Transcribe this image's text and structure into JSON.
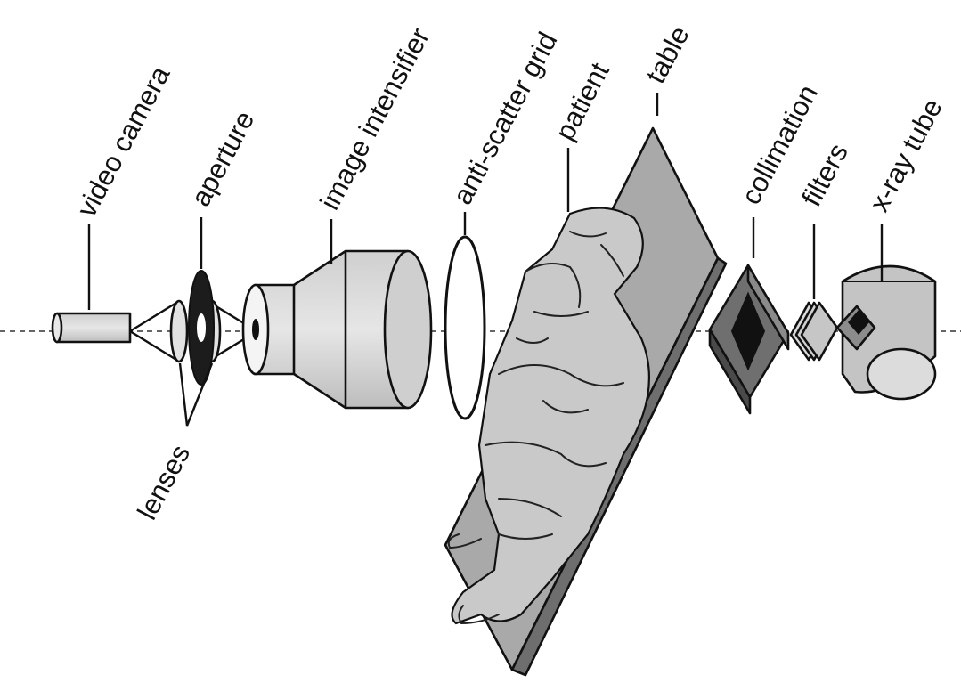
{
  "labels": {
    "video_camera": "video camera",
    "aperture": "aperture",
    "image_intensifier": "image intensifier",
    "anti_scatter_grid": "anti-scatter grid",
    "patient": "patient",
    "table": "table",
    "collimation": "collimation",
    "filters": "filters",
    "x_ray_tube": "x-ray tube",
    "lenses": "lenses"
  },
  "colors": {
    "component_fill": "#d4d4d4",
    "dark_fill": "#222222",
    "mid_fill": "#8c8c8c",
    "outline": "#111111",
    "background": "#ffffff"
  }
}
